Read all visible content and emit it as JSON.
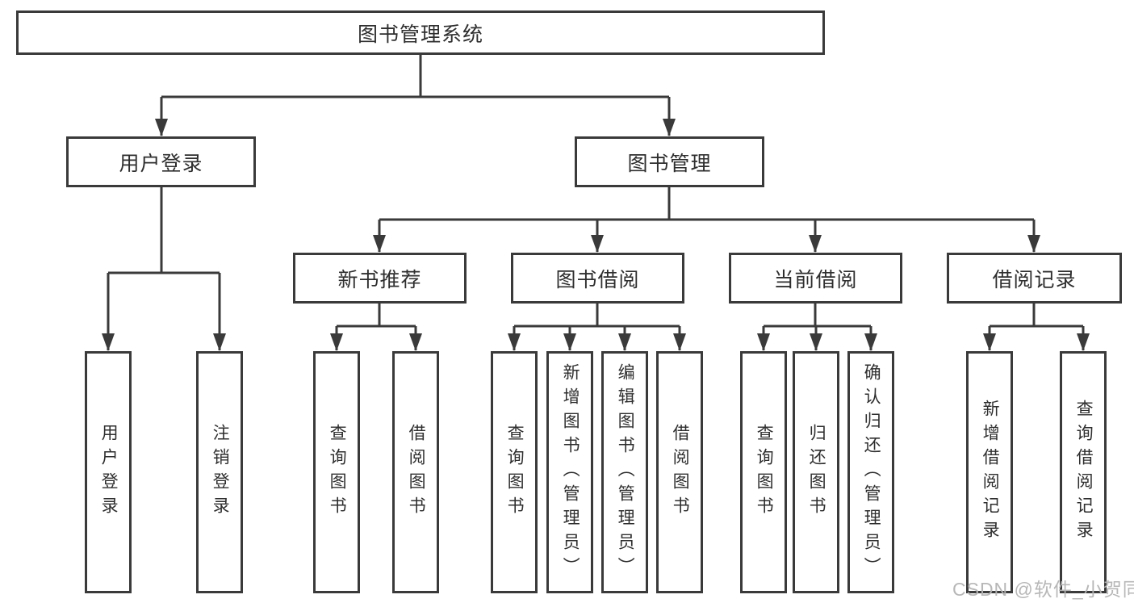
{
  "diagram_title": "图书管理系统",
  "tree": {
    "label": "图书管理系统",
    "children": [
      {
        "label": "用户登录",
        "children": [
          {
            "label": "用户登录"
          },
          {
            "label": "注销登录"
          }
        ]
      },
      {
        "label": "图书管理",
        "children": [
          {
            "label": "新书推荐",
            "children": [
              {
                "label": "查询图书"
              },
              {
                "label": "借阅图书"
              }
            ]
          },
          {
            "label": "图书借阅",
            "children": [
              {
                "label": "查询图书"
              },
              {
                "label": "新增图书（管理员）"
              },
              {
                "label": "编辑图书（管理员）"
              },
              {
                "label": "借阅图书"
              }
            ]
          },
          {
            "label": "当前借阅",
            "children": [
              {
                "label": "查询图书"
              },
              {
                "label": "归还图书"
              },
              {
                "label": "确认归还（管理员）"
              }
            ]
          },
          {
            "label": "借阅记录",
            "children": [
              {
                "label": "新增借阅记录"
              },
              {
                "label": "查询借阅记录"
              }
            ]
          }
        ]
      }
    ]
  },
  "watermark": {
    "text": "CSDN @软件_小贺同学",
    "color": "#b4b4b4"
  },
  "colors": {
    "box_border": "#3a3a3a",
    "connector_line": "#3a3a3a",
    "label_text": "#2e2e2e",
    "background": "#ffffff"
  }
}
